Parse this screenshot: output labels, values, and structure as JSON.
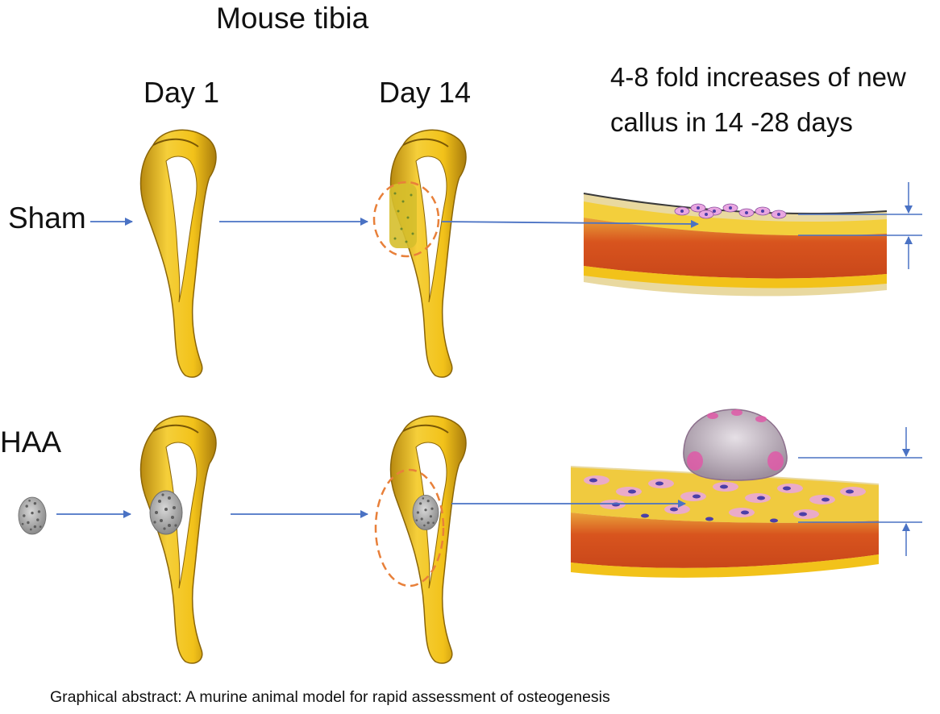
{
  "title": "Mouse tibia",
  "columns": {
    "day1": "Day 1",
    "day14": "Day 14"
  },
  "rows": {
    "sham": "Sham",
    "haa": "HAA"
  },
  "note": {
    "line1": "4-8 fold increases of new",
    "line2": "callus in 14 -28 days"
  },
  "caption": "Graphical abstract: A murine animal model for rapid assessment of osteogenesis",
  "colors": {
    "arrow": "#4a72c4",
    "bone": "#f2c21a",
    "bone_shadow": "#b88a10",
    "marrow": "#d8541e",
    "dashed_circle": "#e8803a",
    "implant": "#9a9a9a",
    "cell_pink": "#e9a6e0",
    "cell_nucleus": "#4b3fa8"
  },
  "icons": [
    "tibia-bone",
    "implant-granule",
    "dashed-circle",
    "bone-section",
    "callus"
  ]
}
